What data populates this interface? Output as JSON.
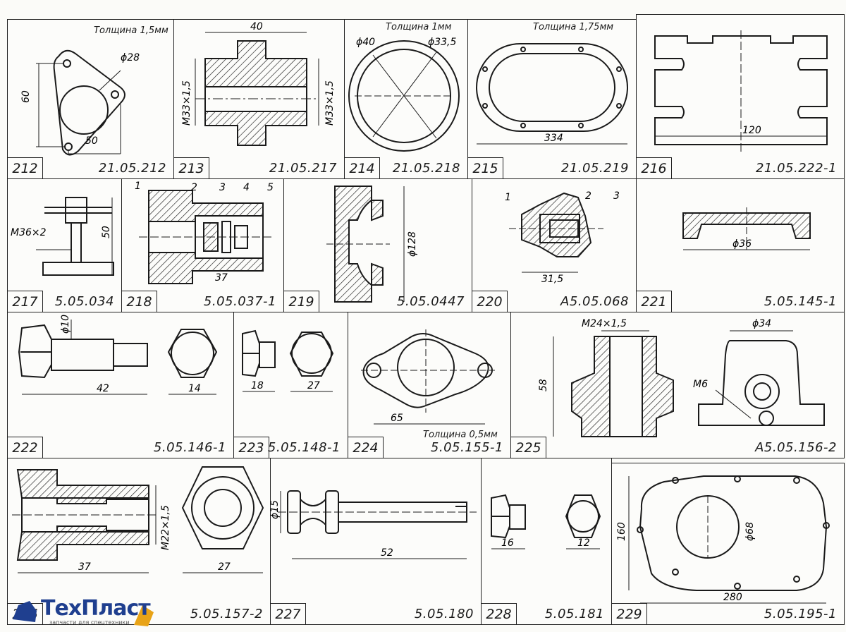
{
  "cells": {
    "c212": {
      "num": "212",
      "code": "21.05.212",
      "note": "Толщина 1,5мм",
      "dims": [
        "ϕ28",
        "60",
        "50"
      ]
    },
    "c213": {
      "num": "213",
      "code": "21.05.217",
      "dims": [
        "40",
        "M33×1,5",
        "M33×1,5"
      ]
    },
    "c214": {
      "num": "214",
      "code": "21.05.218",
      "note": "Толщина 1мм",
      "dims": [
        "ϕ40",
        "ϕ33,5"
      ]
    },
    "c215": {
      "num": "215",
      "code": "21.05.219",
      "note": "Толщина 1,75мм",
      "dims": [
        "334"
      ]
    },
    "c216": {
      "num": "216",
      "code": "21.05.222-1",
      "dims": [
        "120"
      ]
    },
    "c217": {
      "num": "217",
      "code": "5.05.034",
      "dims": [
        "M36×2",
        "50"
      ]
    },
    "c218": {
      "num": "218",
      "code": "5.05.037-1",
      "dims": [
        "1",
        "2",
        "3",
        "4",
        "5",
        "37"
      ]
    },
    "c219": {
      "num": "219",
      "code": "5.05.0447",
      "dims": [
        "ϕ128"
      ]
    },
    "c220": {
      "num": "220",
      "code": "А5.05.068",
      "dims": [
        "1",
        "2",
        "3",
        "31,5"
      ]
    },
    "c221": {
      "num": "221",
      "code": "5.05.145-1",
      "dims": [
        "ϕ36"
      ]
    },
    "c222": {
      "num": "222",
      "code": "5.05.146-1",
      "dims": [
        "ϕ10",
        "42",
        "14"
      ]
    },
    "c223": {
      "num": "223",
      "code": "5.05.148-1",
      "dims": [
        "18",
        "27"
      ]
    },
    "c224": {
      "num": "224",
      "code": "5.05.155-1",
      "note": "Толщина 0,5мм",
      "dims": [
        "65"
      ]
    },
    "c225": {
      "num": "225",
      "code": "А5.05.156-2",
      "dims": [
        "M24×1,5",
        "58",
        "ϕ34",
        "M6"
      ]
    },
    "c226": {
      "num": "226",
      "code": "5.05.157-2",
      "dims": [
        "M22×1,5",
        "37",
        "27"
      ]
    },
    "c227": {
      "num": "227",
      "code": "5.05.180",
      "dims": [
        "ϕ15",
        "52"
      ]
    },
    "c228": {
      "num": "228",
      "code": "5.05.181",
      "dims": [
        "16",
        "12"
      ]
    },
    "c229": {
      "num": "229",
      "code": "5.05.195-1",
      "dims": [
        "160",
        "ϕ68",
        "280"
      ]
    }
  },
  "logo": {
    "text": "ТехПласт",
    "sub": "запчасти для спецтехники",
    "color": "#1f3f8f",
    "accent": "#e8a317"
  }
}
